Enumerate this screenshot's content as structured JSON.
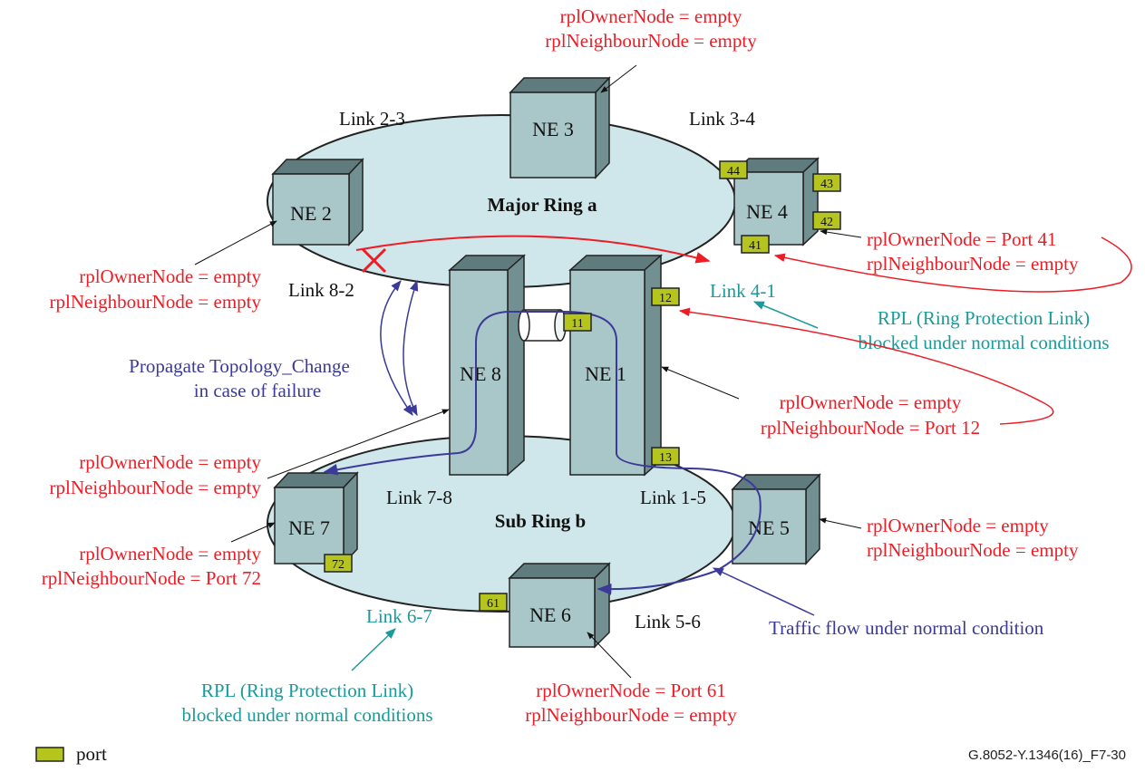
{
  "rings": {
    "major": "Major Ring a",
    "sub": "Sub Ring b"
  },
  "nodes": {
    "ne1": "NE 1",
    "ne2": "NE 2",
    "ne3": "NE 3",
    "ne4": "NE 4",
    "ne5": "NE 5",
    "ne6": "NE 6",
    "ne7": "NE 7",
    "ne8": "NE 8"
  },
  "ports": {
    "p11": "11",
    "p12": "12",
    "p13": "13",
    "p41": "41",
    "p42": "42",
    "p43": "43",
    "p44": "44",
    "p61": "61",
    "p72": "72"
  },
  "links": {
    "l23": "Link 2-3",
    "l34": "Link 3-4",
    "l82": "Link 8-2",
    "l41": "Link 4-1",
    "l78": "Link 7-8",
    "l15": "Link 1-5",
    "l67": "Link 6-7",
    "l56": "Link 5-6"
  },
  "annotations": {
    "ne3": [
      "rplOwnerNode = empty",
      "rplNeighbourNode = empty"
    ],
    "ne2": [
      "rplOwnerNode = empty",
      "rplNeighbourNode = empty"
    ],
    "ne4": [
      "rplOwnerNode = Port 41",
      "rplNeighbourNode = empty"
    ],
    "ne1": [
      "rplOwnerNode = empty",
      "rplNeighbourNode = Port 12"
    ],
    "ne8": [
      "rplOwnerNode = empty",
      "rplNeighbourNode = empty"
    ],
    "ne7": [
      "rplOwnerNode = empty",
      "rplNeighbourNode = Port 72"
    ],
    "ne5": [
      "rplOwnerNode = empty",
      "rplNeighbourNode = empty"
    ],
    "ne6": [
      "rplOwnerNode = Port 61",
      "rplNeighbourNode = empty"
    ]
  },
  "rpl_major": [
    "RPL (Ring Protection Link)",
    "blocked under normal conditions"
  ],
  "rpl_sub": [
    "RPL (Ring Protection Link)",
    "blocked under normal conditions"
  ],
  "propagate": [
    "Propagate Topology_Change",
    "in case of failure"
  ],
  "traffic": "Traffic flow under normal condition",
  "legend": {
    "port": "port"
  },
  "figure_id": "G.8052-Y.1346(16)_F7-30",
  "colors": {
    "red": "#ee1c25",
    "teal": "#1a9a9a",
    "blue": "#3b3a98",
    "ring_fill": "#cfe6ea",
    "box_front": "#a9c6c8",
    "box_top": "#5f7b7e",
    "box_side": "#728f91",
    "port_fill": "#b5c51e"
  }
}
